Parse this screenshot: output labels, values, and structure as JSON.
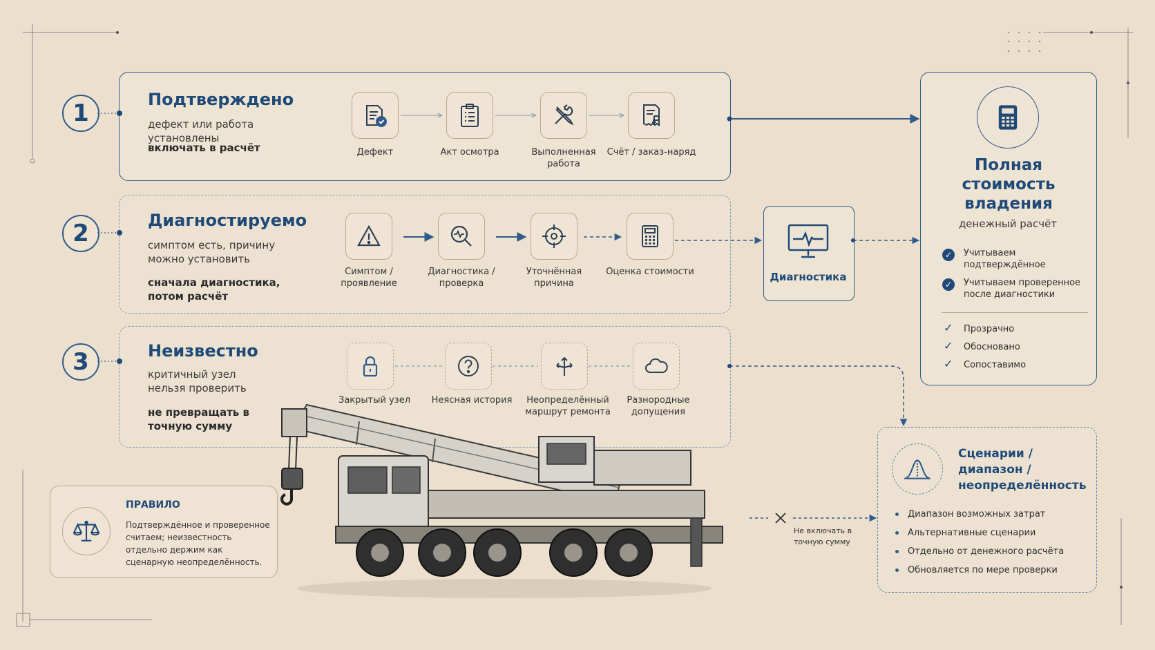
{
  "rows": [
    {
      "num": "1",
      "title": "Подтверждено",
      "subtitle": "дефект или работа установлены",
      "action": "включать в расчёт",
      "steps": [
        {
          "label": "Дефект",
          "icon": "document-check-icon"
        },
        {
          "label": "Акт осмотра",
          "icon": "clipboard-checklist-icon"
        },
        {
          "label": "Выполненная работа",
          "icon": "tools-icon"
        },
        {
          "label": "Счёт / заказ-наряд",
          "icon": "invoice-ruble-icon"
        }
      ]
    },
    {
      "num": "2",
      "title": "Диагностируемо",
      "subtitle": "симптом есть, причину можно установить",
      "action": "сначала диагностика, потом расчёт",
      "steps": [
        {
          "label": "Симптом / проявление",
          "icon": "warning-icon"
        },
        {
          "label": "Диагностика / проверка",
          "icon": "magnifier-pulse-icon"
        },
        {
          "label": "Уточнённая причина",
          "icon": "crosshair-icon"
        },
        {
          "label": "Оценка стоимости",
          "icon": "calculator-icon"
        }
      ]
    },
    {
      "num": "3",
      "title": "Неизвестно",
      "subtitle": "критичный узел нельзя проверить",
      "action": "не превращать в точную сумму",
      "steps": [
        {
          "label": "Закрытый узел",
          "icon": "lock-icon"
        },
        {
          "label": "Неясная история",
          "icon": "question-icon"
        },
        {
          "label": "Неопределённый маршрут ремонта",
          "icon": "branch-arrows-icon"
        },
        {
          "label": "Разнородные допущения",
          "icon": "cloud-icon"
        }
      ]
    }
  ],
  "diagnostics": {
    "label": "Диагностика",
    "icon": "monitor-pulse-icon"
  },
  "tco": {
    "title": "Полная стоимость владения",
    "subtitle": "денежный расчёт",
    "checks": [
      "Учитываем подтверждённое",
      "Учитываем проверенное после диагностики"
    ],
    "ticks": [
      "Прозрачно",
      "Обосновано",
      "Сопоставимо"
    ],
    "icon": "calculator-icon"
  },
  "scenarios": {
    "title": "Сценарии / диапазон / неопределённость",
    "bullets": [
      "Диапазон возможных затрат",
      "Альтернативные сценарии",
      "Отдельно от денежного расчёта",
      "Обновляется по мере проверки"
    ],
    "icon": "bell-curve-icon"
  },
  "exclude": {
    "label": "Не включать в точную сумму",
    "icon": "cross-icon"
  },
  "rule": {
    "title": "ПРАВИЛО",
    "text": "Подтверждённое и проверенное считаем; неизвестность отдельно держим как сценарную неопределённость.",
    "icon": "scales-icon"
  },
  "illustration": {
    "icon": "mobile-crane-illustration"
  },
  "colors": {
    "accent": "#1f4a78",
    "line": "#2f5b8a",
    "background": "#ecdfcd"
  }
}
